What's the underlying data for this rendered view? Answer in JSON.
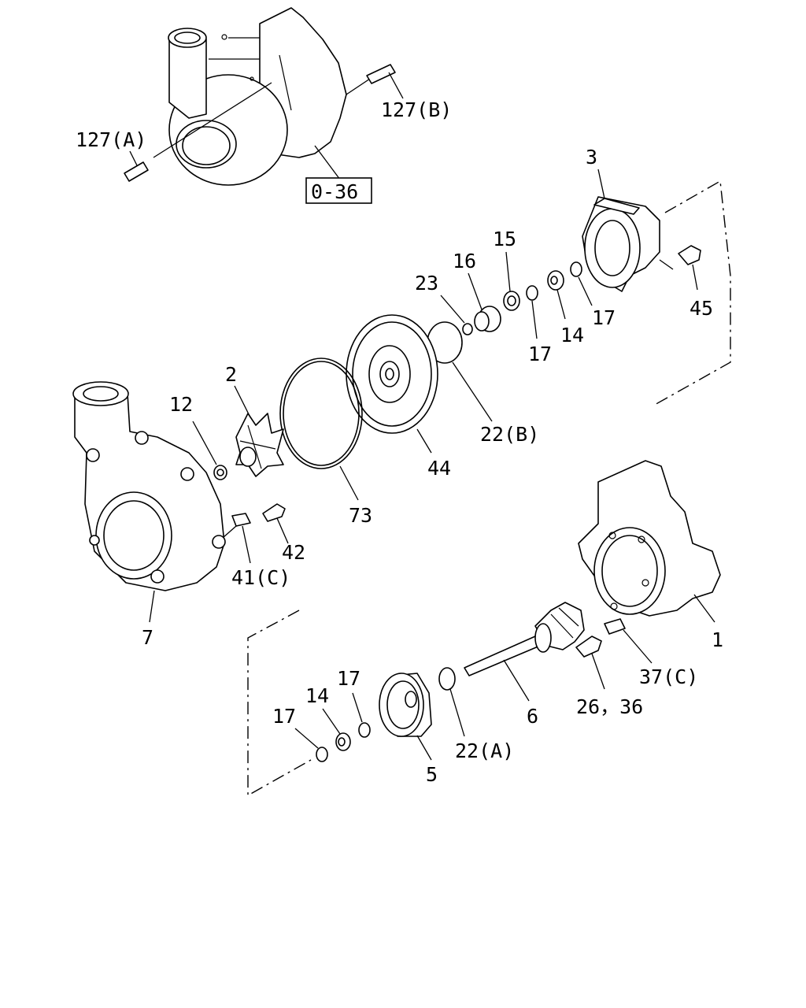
{
  "labels": {
    "l127a": "127(A)",
    "l127b": "127(B)",
    "l036": "0-36",
    "l3": "3",
    "l45": "45",
    "l15": "15",
    "l16": "16",
    "l23": "23",
    "l17a": "17",
    "l14a": "14",
    "l17b": "17",
    "l22b": "22(B)",
    "l44": "44",
    "l2": "2",
    "l12": "12",
    "l73": "73",
    "l42": "42",
    "l41c": "41(C)",
    "l7": "7",
    "l1": "1",
    "l37c": "37(C)",
    "l6": "6",
    "l2636": "26，36",
    "l17c": "17",
    "l14b": "14",
    "l17d": "17",
    "l22a": "22(A)",
    "l5": "5"
  }
}
